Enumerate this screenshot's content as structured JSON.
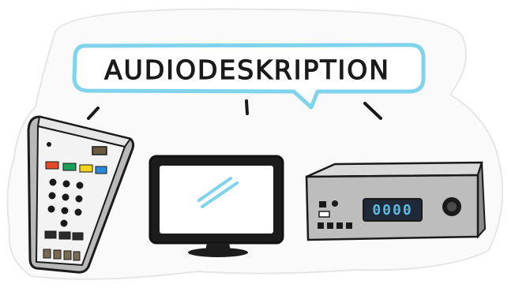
{
  "title": "AUDIODESKRIPTION",
  "receiver": {
    "display": "0000"
  },
  "colors": {
    "bubble": "#7fd3ea",
    "ink": "#1a1a1a",
    "remote_red": "#e24a2a",
    "remote_green": "#1aa05a",
    "remote_yellow": "#f2d21a",
    "remote_blue": "#2a8ad8",
    "lcd": "#5fb8e0"
  },
  "icons": [
    "speech-bubble",
    "remote-control",
    "television",
    "receiver-box"
  ]
}
